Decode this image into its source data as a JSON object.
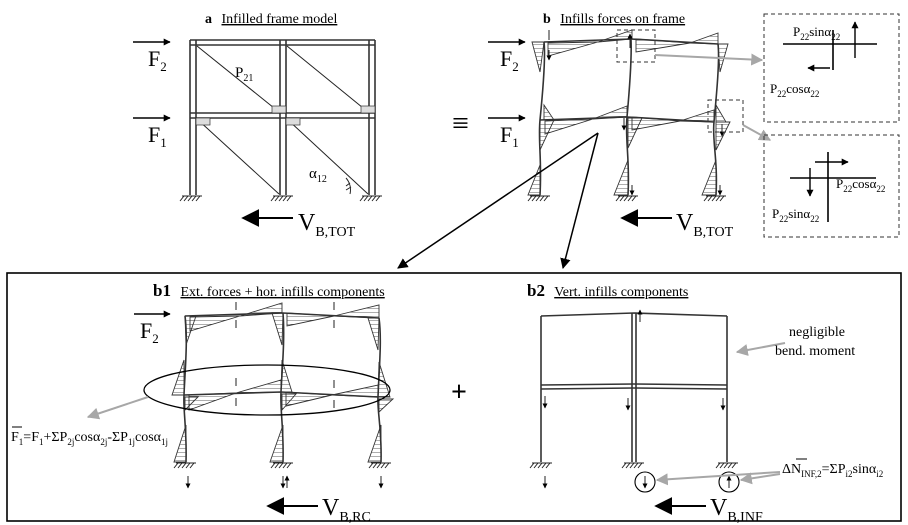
{
  "panel_a": {
    "letter": "a",
    "title": "Infilled frame model",
    "force_top": "F",
    "force_top_sub": "2",
    "force_bottom": "F",
    "force_bottom_sub": "1",
    "strut_label": "P",
    "strut_label_sub": "21",
    "angle_label": "α",
    "angle_label_sub": "12",
    "base_shear": "V",
    "base_shear_sub": "B,TOT"
  },
  "equivalence_symbol": "≡",
  "panel_b": {
    "letter": "b",
    "title": "Infills forces on frame",
    "force_top": "F",
    "force_top_sub": "2",
    "force_bottom": "F",
    "force_bottom_sub": "1",
    "base_shear": "V",
    "base_shear_sub": "B,TOT"
  },
  "detail_top": {
    "label_sin": "P",
    "label_sin_sub": "22",
    "label_sin_fn": "sinα",
    "label_sin_fn_sub": "22",
    "label_cos": "P",
    "label_cos_sub": "22",
    "label_cos_fn": "cosα",
    "label_cos_fn_sub": "22"
  },
  "detail_bottom": {
    "label_cos": "P",
    "label_cos_sub": "22",
    "label_cos_fn": "cosα",
    "label_cos_fn_sub": "22",
    "label_sin": "P",
    "label_sin_sub": "22",
    "label_sin_fn": "sinα",
    "label_sin_fn_sub": "22"
  },
  "panel_b1": {
    "letter": "b1",
    "title": "Ext. forces + hor. infills components",
    "force_top": "F",
    "force_top_sub": "2",
    "formula_lhs": "F",
    "formula_lhs_sub": "1",
    "formula_eq": "=F",
    "formula_f_sub": "1",
    "formula_t1": "+ΣP",
    "formula_t1_sub": "2j",
    "formula_t1_fn": "cosα",
    "formula_t1_fn_sub": "2j",
    "formula_t2": "-ΣP",
    "formula_t2_sub": "1j",
    "formula_t2_fn": "cosα",
    "formula_t2_fn_sub": "1j",
    "base_shear": "V",
    "base_shear_sub": "B,RC"
  },
  "plus_symbol": "+",
  "panel_b2": {
    "letter": "b2",
    "title": "Vert. infills components",
    "note_line1": "negligible",
    "note_line2": "bend. moment",
    "formula_lhs": "ΔN",
    "formula_lhs_sub": "INF,2",
    "formula_rhs": "=ΣP",
    "formula_rhs_sub": "i2",
    "formula_fn": "sinα",
    "formula_fn_sub": "i2",
    "base_shear": "V",
    "base_shear_sub": "B,INF"
  }
}
